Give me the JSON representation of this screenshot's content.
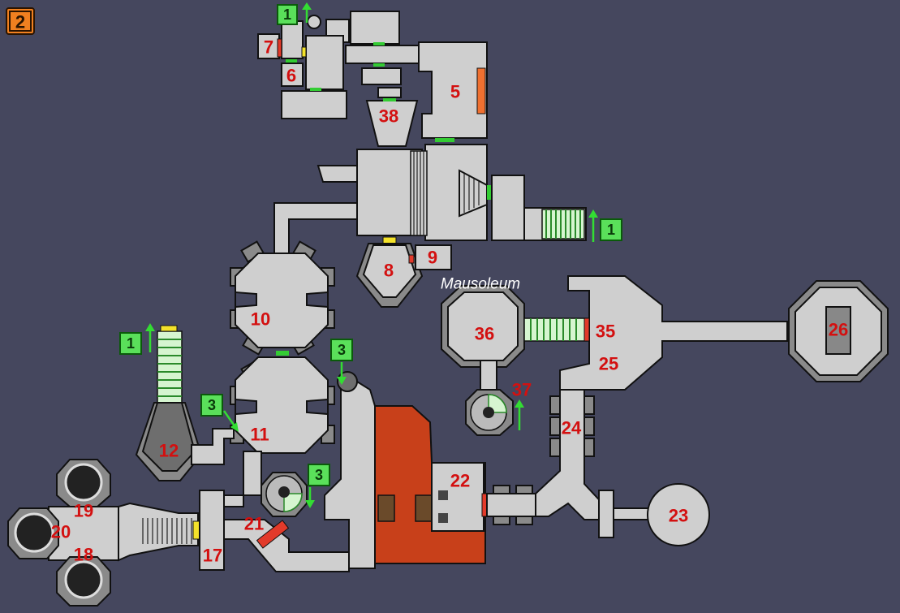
{
  "level": "2",
  "location_label": "Mausoleum",
  "rooms": [
    "5",
    "6",
    "7",
    "8",
    "9",
    "10",
    "11",
    "12",
    "17",
    "18",
    "19",
    "20",
    "21",
    "22",
    "23",
    "24",
    "25",
    "26",
    "35",
    "36",
    "37",
    "38"
  ],
  "markers": [
    "1",
    "1",
    "1",
    "3",
    "3",
    "3"
  ],
  "colors": {
    "background": "#45475e",
    "room_fill": "#cfcfcf",
    "room_number": "#d31010",
    "marker_fill": "#5ae05a",
    "level_badge": "#f08020",
    "lava": "#c8401a"
  }
}
